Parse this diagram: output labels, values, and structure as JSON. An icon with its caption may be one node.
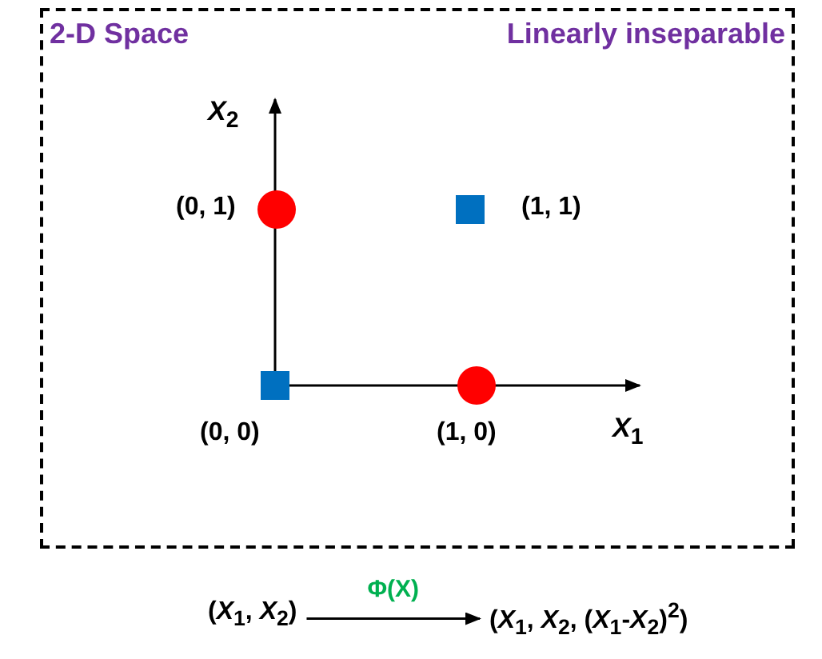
{
  "diagram": {
    "nodes": [
      {
        "text": [
          "2-D Space",
          "Linearly inseparable"
        ]
      },
      {
        "text": [],
        "shape": "circle",
        "in": 0,
        "beside": [
          "(0, 1)"
        ]
      },
      {
        "text": [],
        "shape": "box",
        "in": 0,
        "beside": [
          "(1, 1)"
        ]
      },
      {
        "text": [],
        "shape": "box",
        "in": 0,
        "beside": [
          "(0, 0)"
        ]
      },
      {
        "text": [],
        "shape": "circle",
        "in": 0,
        "beside": [
          "(1, 0)"
        ]
      },
      {
        "text": [
          "(*X*$_{1}$, *X*$_{2}$)"
        ]
      },
      {
        "text": [
          "(*X*$_{1}$, *X*$_{2}$, (*X*$_{1}$-*X*$_{2}$)$^{2}$)"
        ]
      }
    ],
    "edges": [
      {
        "from": 5,
        "to": 6,
        "arrow": "to",
        "label": "Φ(X)"
      }
    ],
    "labels": [
      "*X*$_{2}$",
      "*X*$_{1}$"
    ]
  }
}
